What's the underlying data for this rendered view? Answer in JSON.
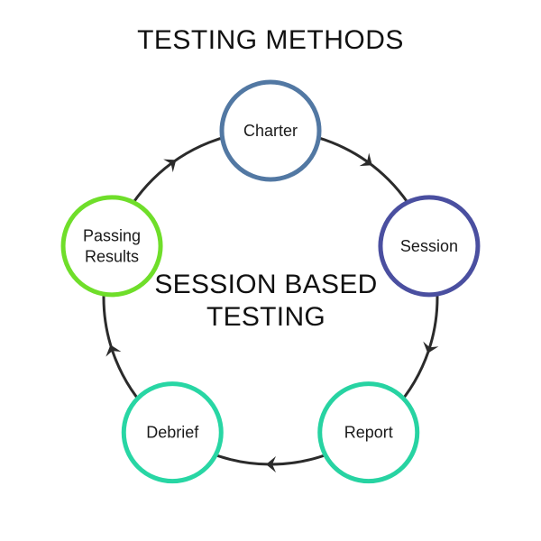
{
  "title": "TESTING METHODS",
  "center_label": {
    "line1": "SESSION BASED",
    "line2": "TESTING"
  },
  "nodes": [
    {
      "id": "charter",
      "lines": [
        "Charter"
      ],
      "color": "#5278a3"
    },
    {
      "id": "session",
      "lines": [
        "Session"
      ],
      "color": "#4a4fa0"
    },
    {
      "id": "report",
      "lines": [
        "Report"
      ],
      "color": "#27d3a2"
    },
    {
      "id": "debrief",
      "lines": [
        "Debrief"
      ],
      "color": "#28d6a4"
    },
    {
      "id": "passing-results",
      "lines": [
        "Passing",
        "Results"
      ],
      "color": "#6fde2a"
    }
  ],
  "colors": {
    "cycle_line": "#2b2b2b",
    "arrow": "#2b2b2b",
    "text": "#111111"
  }
}
